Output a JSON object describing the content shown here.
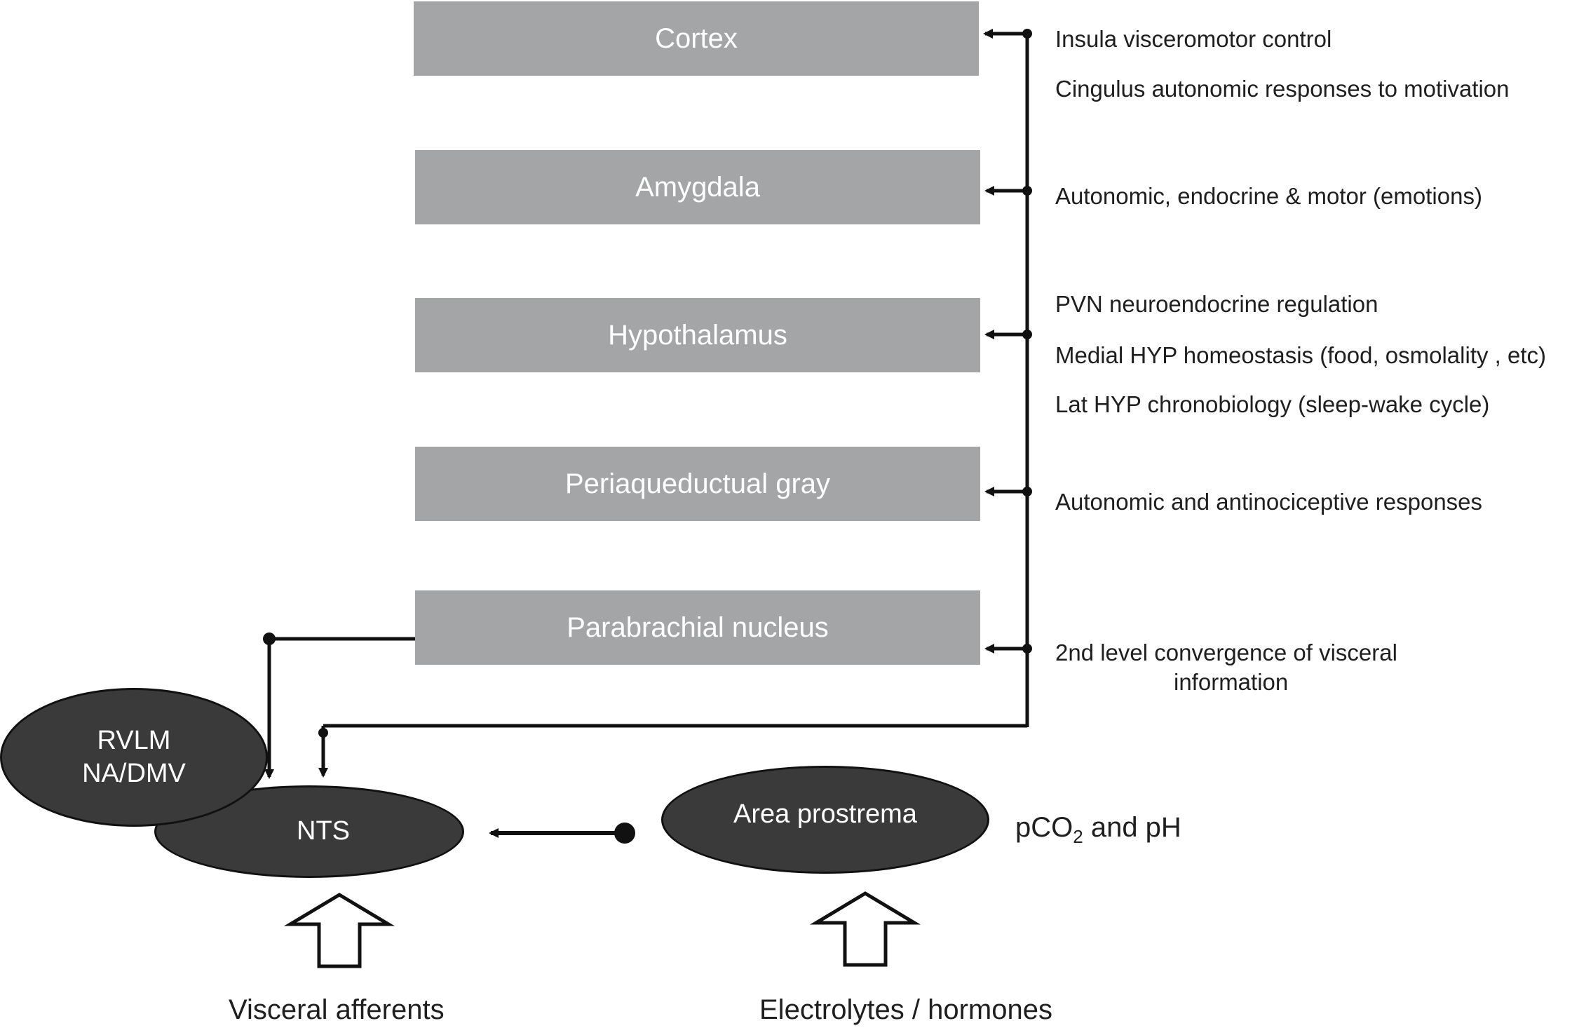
{
  "boxes": {
    "cortex": "Cortex",
    "amygdala": "Amygdala",
    "hypothalamus": "Hypothalamus",
    "periaqueductal": "Periaqueductual gray",
    "parabrachial": "Parabrachial nucleus"
  },
  "notes": {
    "insula": "Insula visceromotor control",
    "cingulus": "Cingulus autonomic responses to motivation",
    "amygdala": "Autonomic, endocrine & motor (emotions)",
    "pvn": "PVN neuroendocrine regulation",
    "medial_hyp": "Medial HYP homeostasis (food, osmolality , etc)",
    "lat_hyp": "Lat HYP chronobiology (sleep-wake cycle)",
    "pag": "Autonomic and antinociceptive responses",
    "pb_line1": "2nd level convergence of visceral",
    "pb_line2": "information"
  },
  "nodes": {
    "rvlm_line1": "RVLM",
    "rvlm_line2": "NA/DMV",
    "nts": "NTS",
    "area_postrema": "Area prostrema"
  },
  "pco2": {
    "p": "pCO",
    "sub": "2",
    "rest": " and pH"
  },
  "captions": {
    "visceral": "Visceral afferents",
    "electrolytes": "Electrolytes / hormones"
  },
  "colors": {
    "box_fill": "#a3a5a7",
    "node_fill": "#3a3a3a",
    "line": "#111111"
  }
}
